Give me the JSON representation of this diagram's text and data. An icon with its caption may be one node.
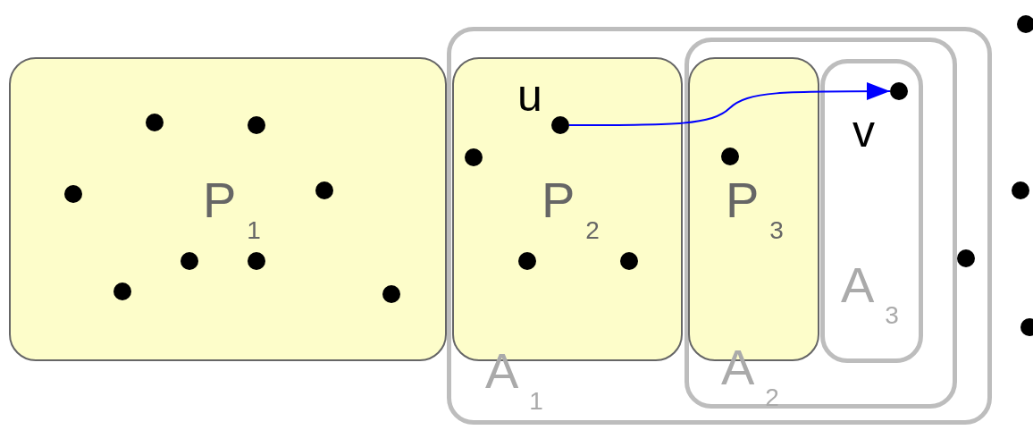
{
  "diagram": {
    "nodes": [
      {
        "text": [
          "P$_{1}$"
        ]
      },
      {
        "text": [
          "A$_{1}$"
        ]
      },
      {
        "text": [
          "P$_{2}$"
        ],
        "in": 1
      },
      {
        "text": [
          "A$_{2}$"
        ],
        "in": 1
      },
      {
        "text": [
          "P$_{3}$"
        ],
        "in": 3
      },
      {
        "text": [
          "A$_{3}$"
        ],
        "in": 3
      },
      {
        "text": [],
        "shape": "circle",
        "in": 0
      },
      {
        "text": [],
        "shape": "circle",
        "in": 0
      },
      {
        "text": [],
        "shape": "circle",
        "in": 0
      },
      {
        "text": [],
        "shape": "circle",
        "in": 0
      },
      {
        "text": [],
        "shape": "circle",
        "in": 0
      },
      {
        "text": [],
        "shape": "circle",
        "in": 0
      },
      {
        "text": [],
        "shape": "circle",
        "in": 0
      },
      {
        "text": [],
        "shape": "circle",
        "in": 0
      },
      {
        "text": [],
        "shape": "circle",
        "in": 2
      },
      {
        "text": [],
        "shape": "circle",
        "in": 2,
        "beside": [
          "u"
        ]
      },
      {
        "text": [],
        "shape": "circle",
        "in": 2
      },
      {
        "text": [],
        "shape": "circle",
        "in": 2
      },
      {
        "text": [],
        "shape": "circle",
        "in": 4
      },
      {
        "text": [],
        "shape": "circle",
        "in": 5,
        "beside": [
          "v"
        ]
      },
      {
        "text": [],
        "shape": "circle",
        "in": 1
      },
      {
        "text": [],
        "shape": "circle"
      },
      {
        "text": [],
        "shape": "circle"
      },
      {
        "text": [],
        "shape": "circle"
      }
    ],
    "edges": [
      {
        "from": 15,
        "to": 19,
        "arrow": "to",
        "color": "#0000ff"
      }
    ]
  }
}
